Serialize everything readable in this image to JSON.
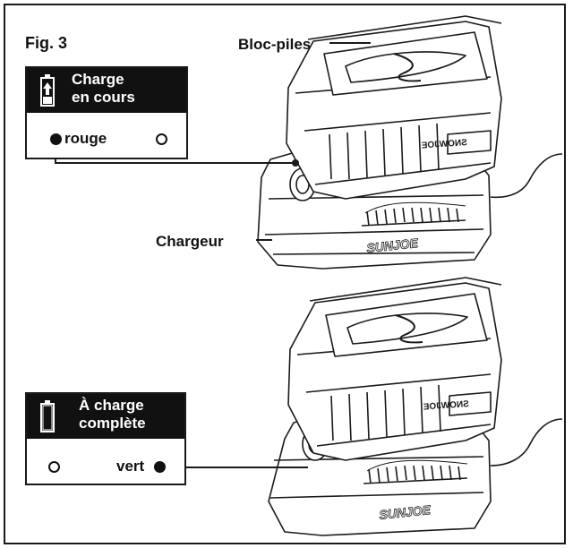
{
  "figure": {
    "label": "Fig. 3",
    "pack_label": "Bloc-piles",
    "charger_label": "Chargeur",
    "brand_side": "SNOWJOE",
    "brand_front": "SUNJOE"
  },
  "charging_box": {
    "title_line1": "Charge",
    "title_line2": "en cours",
    "color_label": "rouge",
    "icon": "battery-charging-icon",
    "active_led": "left"
  },
  "full_box": {
    "title_line1": "À charge",
    "title_line2": "complète",
    "color_label": "vert",
    "icon": "battery-full-icon",
    "active_led": "right"
  },
  "colors": {
    "ink": "#111111",
    "background": "#ffffff"
  }
}
